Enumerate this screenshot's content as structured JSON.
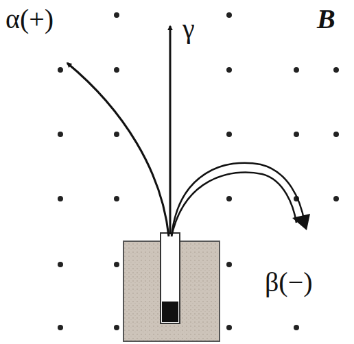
{
  "diagram": {
    "labels": [
      "α(+)",
      "γ",
      "B",
      "β(−)"
    ]
  }
}
